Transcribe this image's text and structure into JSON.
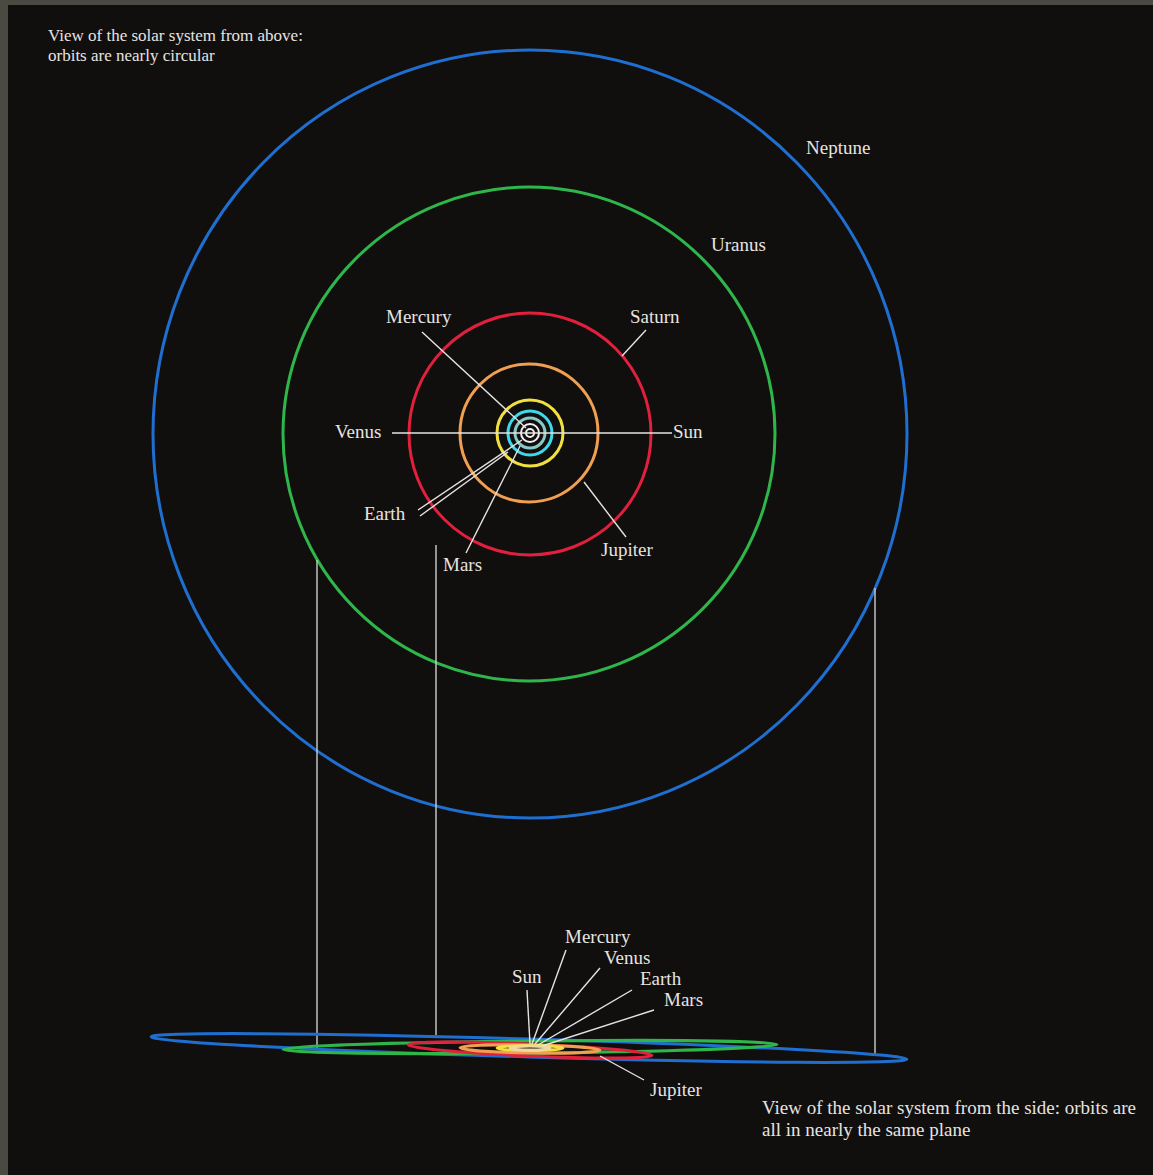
{
  "diagram": {
    "labels": [
      "View of the solar system from above: orbits are nearly circular",
      "Neptune",
      "Uranus",
      "Mercury",
      "Saturn",
      "Venus",
      "Sun",
      "Earth",
      "Mars",
      "Jupiter",
      "Mercury",
      "Venus",
      "Sun",
      "Earth",
      "Mars",
      "Jupiter",
      "View of the solar system from the side: orbits are all in nearly the same plane"
    ]
  }
}
